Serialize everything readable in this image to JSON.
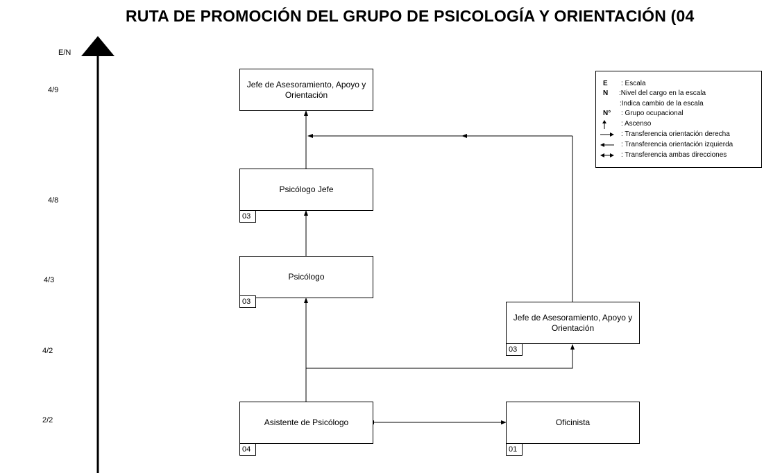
{
  "title": "RUTA DE PROMOCIÓN DEL GRUPO DE PSICOLOGÍA Y ORIENTACIÓN (04",
  "axis": {
    "label": "E/N",
    "levels": [
      "4/9",
      "4/8",
      "4/3",
      "4/2",
      "2/2"
    ]
  },
  "boxes": {
    "jefe_top": {
      "label": "Jefe de Asesoramiento, Apoyo y Orientación"
    },
    "psicologo_jefe": {
      "label": "Psicólogo Jefe",
      "code": "03"
    },
    "psicologo": {
      "label": "Psicólogo",
      "code": "03"
    },
    "jefe_right": {
      "label": "Jefe de Asesoramiento, Apoyo y Orientación",
      "code": "03"
    },
    "asistente": {
      "label": "Asistente de Psicólogo",
      "code": "04"
    },
    "oficinista": {
      "label": "Oficinista",
      "code": "01"
    }
  },
  "legend": {
    "items": [
      {
        "symbol": "E",
        "text": ": Escala"
      },
      {
        "symbol": "N",
        "text": ":Nivel del cargo en la escala"
      },
      {
        "symbol": "",
        "text": ":Indica cambio de la escala"
      },
      {
        "symbol": "N°",
        "text": ": Grupo ocupacional"
      },
      {
        "symbol": "up-arrow-icon",
        "text": ": Ascenso"
      },
      {
        "symbol": "right-arrow-icon",
        "text": ": Transferencia orientación derecha"
      },
      {
        "symbol": "left-arrow-icon",
        "text": ": Transferencia orientación izquierda"
      },
      {
        "symbol": "double-arrow-icon",
        "text": ": Transferencia ambas direcciones"
      }
    ]
  }
}
